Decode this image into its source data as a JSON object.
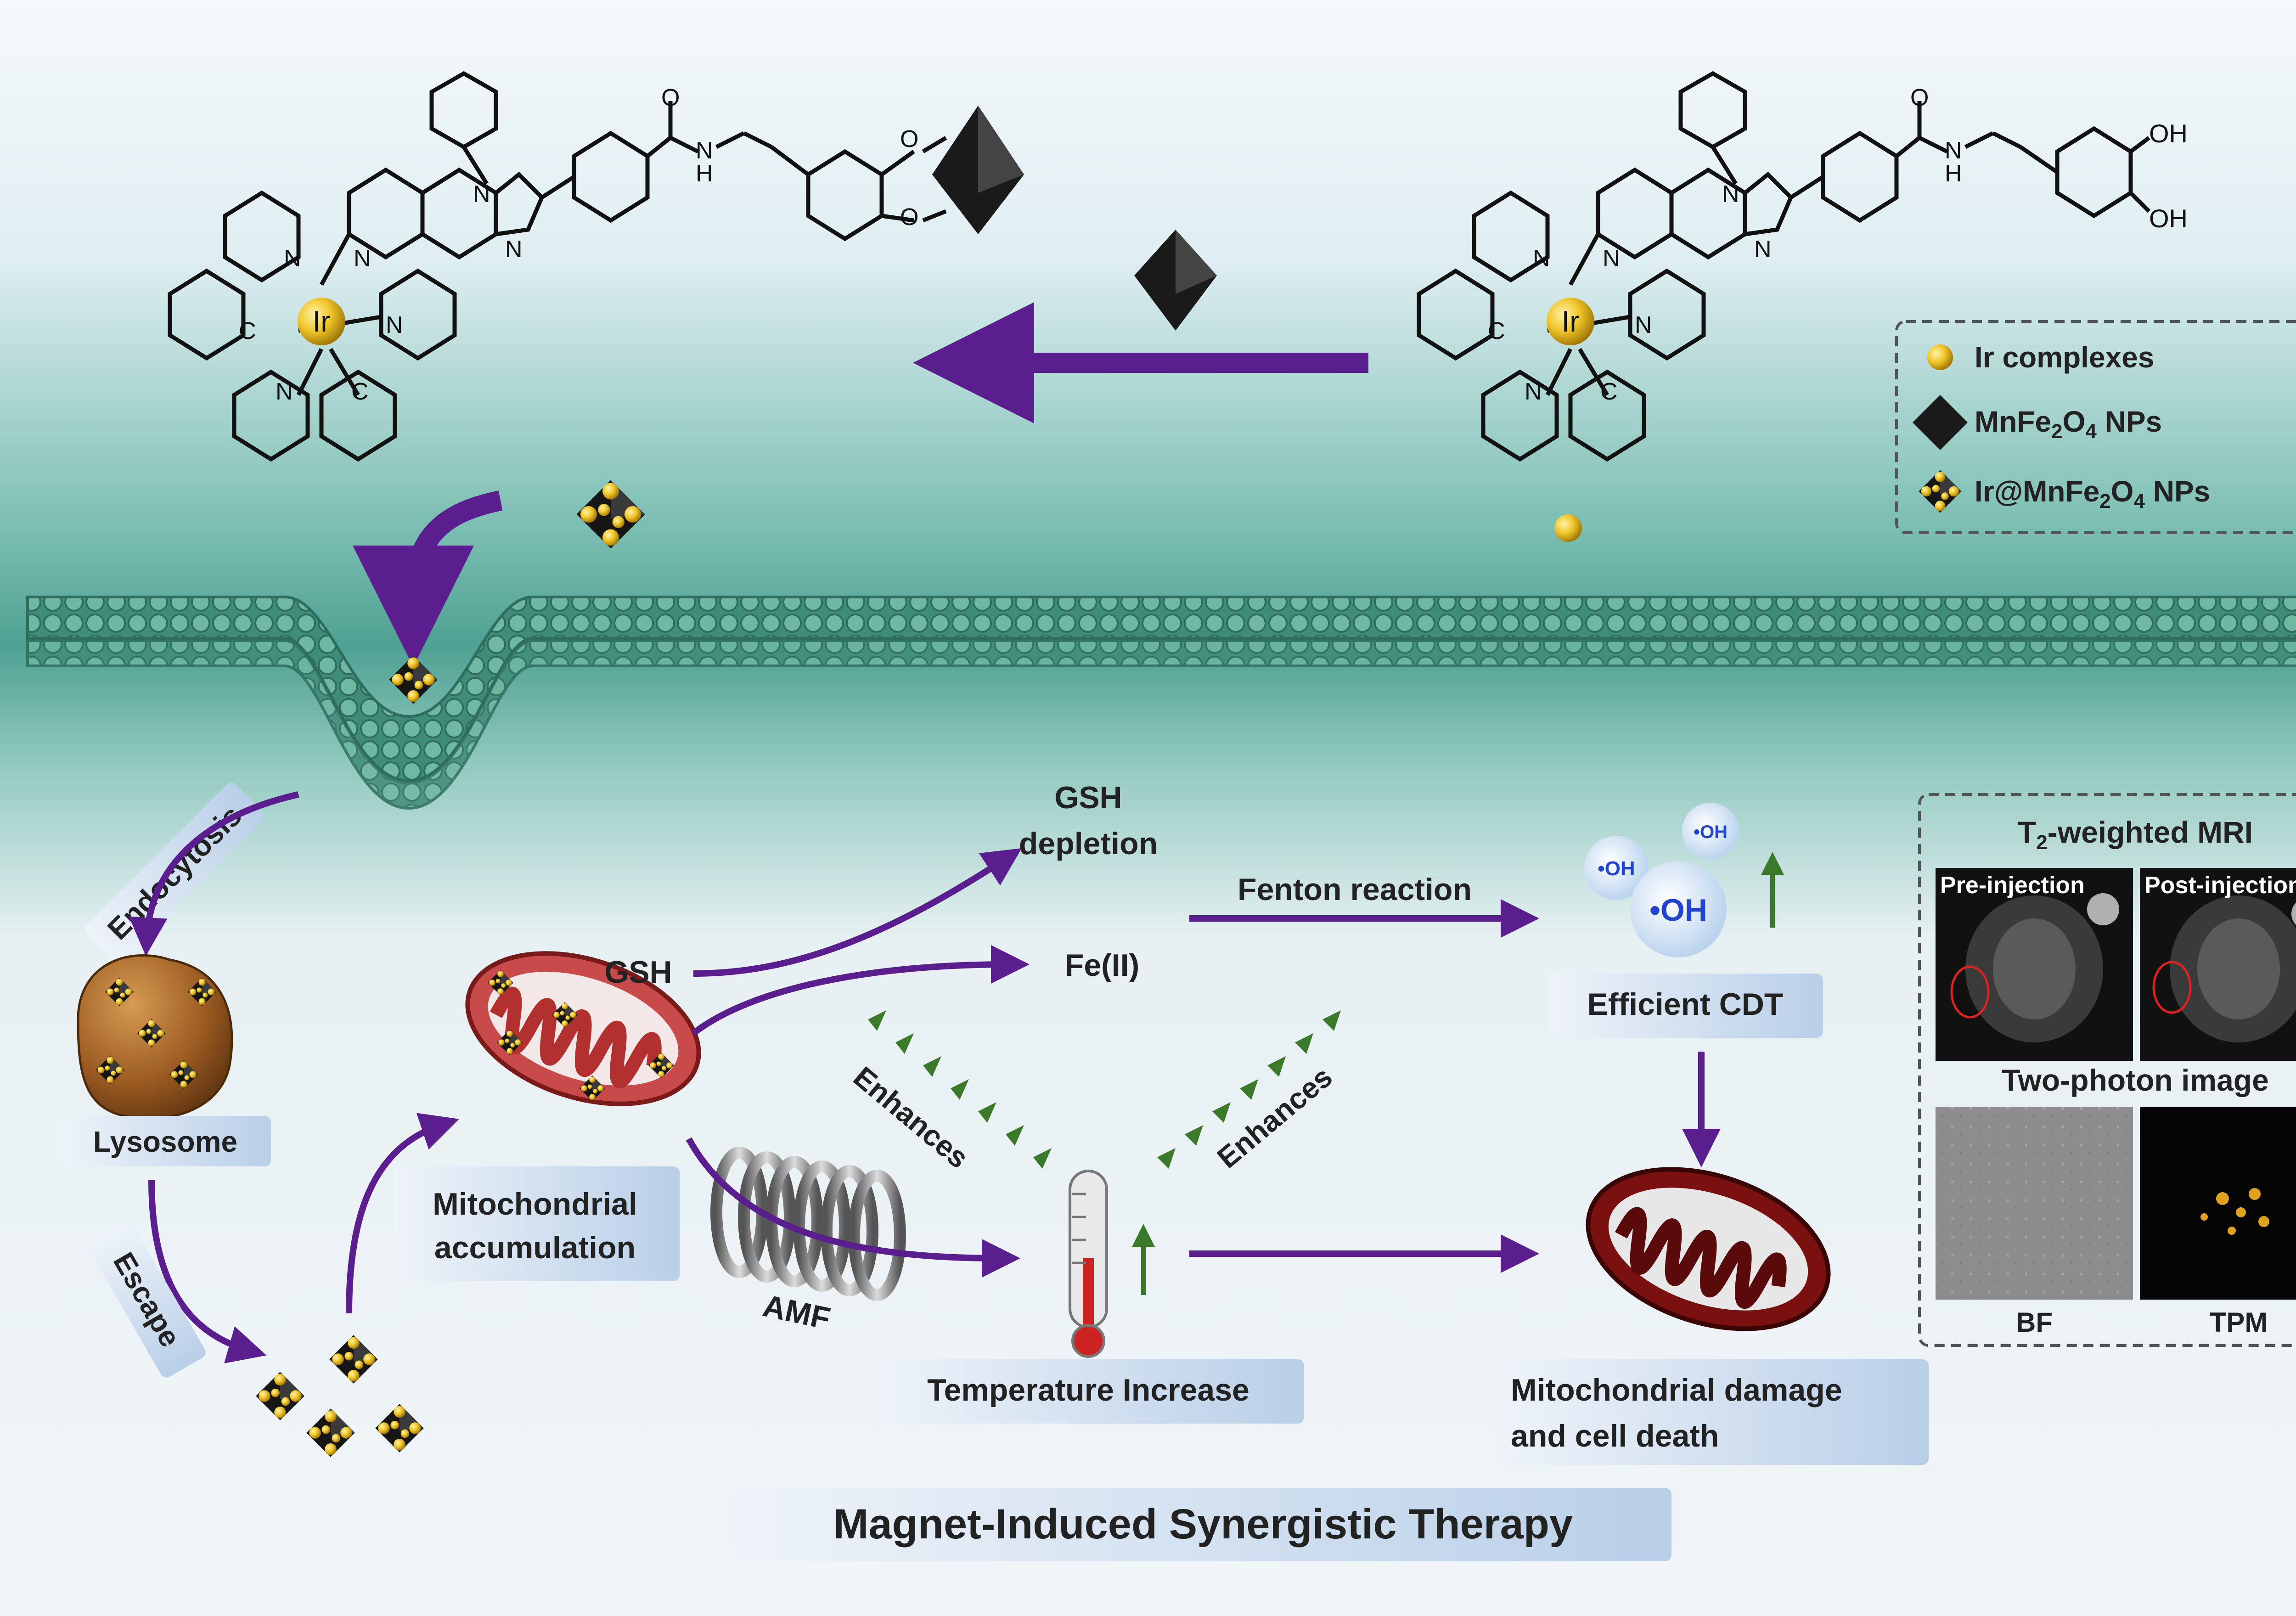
{
  "title": "Magnet-Induced Synergistic Therapy",
  "legend": {
    "items": [
      {
        "label": "Ir complexes",
        "icon": "gold-sphere-icon"
      },
      {
        "label_main": "MnFe",
        "sub1": "2",
        "mid": "O",
        "sub2": "4",
        "tail": " NPs",
        "icon": "black-octahedron-icon"
      },
      {
        "label_main": "Ir@MnFe",
        "sub1": "2",
        "mid": "O",
        "sub2": "4",
        "tail": " NPs",
        "icon": "decorated-nanoparticle-icon"
      }
    ]
  },
  "chem": {
    "metal": "Ir",
    "atoms": {
      "N": "N",
      "C": "C",
      "O": "O",
      "H": "H",
      "OH": "OH"
    }
  },
  "labels": {
    "endocytosis": "Endocytosis",
    "lysosome": "Lysosome",
    "escape": "Escape",
    "mito_accum_1": "Mitochondrial",
    "mito_accum_2": "accumulation",
    "amf": "AMF",
    "gsh": "GSH",
    "gsh_depletion_1": "GSH",
    "gsh_depletion_2": "depletion",
    "fe2": "Fe(II)",
    "fenton": "Fenton reaction",
    "oh": "•OH",
    "efficient_cdt": "Efficient CDT",
    "enhances": "Enhances",
    "temperature": "Temperature Increase",
    "mito_damage_1": "Mitochondrial damage",
    "mito_damage_2": "and cell death"
  },
  "imaging": {
    "mri_title_pre": "T",
    "mri_title_sub": "2",
    "mri_title_post": "-weighted MRI",
    "pre": "Pre-injection",
    "post": "Post-injection",
    "tpm_title": "Two-photon image",
    "bf": "BF",
    "tpm": "TPM"
  },
  "colors": {
    "arrow": "#5b1e8f",
    "gold": "#e8b820",
    "membrane": "#4f9a86",
    "green_up": "#3a7a2a",
    "label_box": "#d6e3f2",
    "mito_red": "#b83232"
  }
}
